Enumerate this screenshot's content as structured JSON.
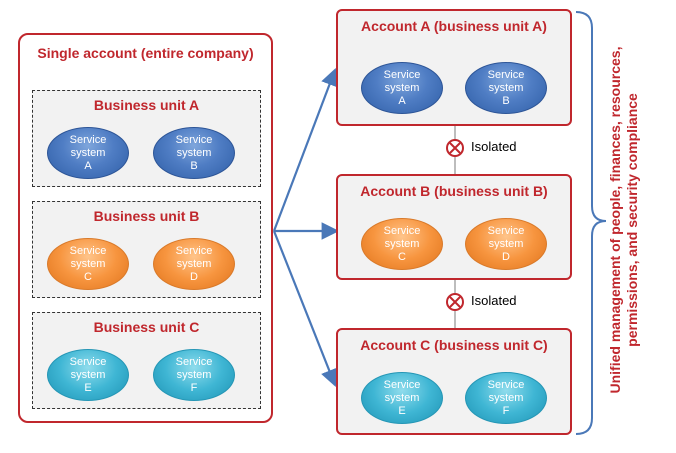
{
  "single_account": {
    "title": "Single account (entire company)",
    "units": [
      {
        "title": "Business unit A",
        "color": "blue",
        "systems": [
          {
            "l1": "Service",
            "l2": "system",
            "l3": "A"
          },
          {
            "l1": "Service",
            "l2": "system",
            "l3": "B"
          }
        ]
      },
      {
        "title": "Business unit B",
        "color": "orange",
        "systems": [
          {
            "l1": "Service",
            "l2": "system",
            "l3": "C"
          },
          {
            "l1": "Service",
            "l2": "system",
            "l3": "D"
          }
        ]
      },
      {
        "title": "Business unit C",
        "color": "teal",
        "systems": [
          {
            "l1": "Service",
            "l2": "system",
            "l3": "E"
          },
          {
            "l1": "Service",
            "l2": "system",
            "l3": "F"
          }
        ]
      }
    ]
  },
  "accounts": [
    {
      "title": "Account A (business unit A)",
      "color": "blue",
      "systems": [
        {
          "l1": "Service",
          "l2": "system",
          "l3": "A"
        },
        {
          "l1": "Service",
          "l2": "system",
          "l3": "B"
        }
      ]
    },
    {
      "title": "Account B (business unit B)",
      "color": "orange",
      "systems": [
        {
          "l1": "Service",
          "l2": "system",
          "l3": "C"
        },
        {
          "l1": "Service",
          "l2": "system",
          "l3": "D"
        }
      ]
    },
    {
      "title": "Account C (business unit C)",
      "color": "teal",
      "systems": [
        {
          "l1": "Service",
          "l2": "system",
          "l3": "E"
        },
        {
          "l1": "Service",
          "l2": "system",
          "l3": "F"
        }
      ]
    }
  ],
  "isolation": [
    "Isolated",
    "Isolated"
  ],
  "side_label": {
    "line1": "Unified management of people, finances, resources,",
    "line2": "permissions, and security compliance"
  },
  "colors": {
    "accent_red": "#c0272d",
    "arrow_blue": "#4a78b8",
    "blue": "#4f7dc4",
    "orange": "#f7953f",
    "teal": "#3fb6d4"
  }
}
